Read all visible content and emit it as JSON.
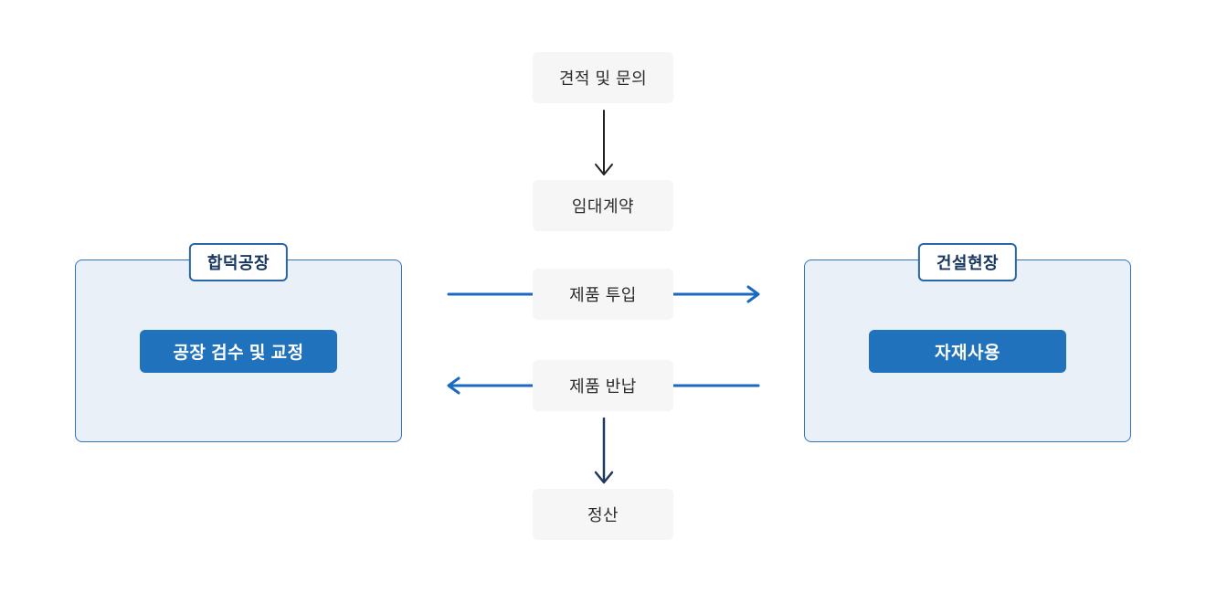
{
  "flow": {
    "steps": [
      {
        "id": "quote",
        "label": "견적 및 문의"
      },
      {
        "id": "contract",
        "label": "임대계약"
      },
      {
        "id": "deploy",
        "label": "제품 투입"
      },
      {
        "id": "return",
        "label": "제품 반납"
      },
      {
        "id": "settlement",
        "label": "정산"
      }
    ]
  },
  "factory": {
    "label": "합덕공장",
    "process": "공장 검수 및 교정"
  },
  "site": {
    "label": "건설현장",
    "process": "자재사용"
  },
  "colors": {
    "arrow_blue": "#1a6ac0",
    "arrow_dark": "#222222",
    "arrow_navy": "#1f3a5e",
    "panel_fill": "#e9f0f8",
    "panel_border": "#3173b4",
    "label_border": "#2a65a8",
    "label_text": "#17365f",
    "button_fill": "#1f72bb",
    "step_fill": "#f6f6f6"
  }
}
